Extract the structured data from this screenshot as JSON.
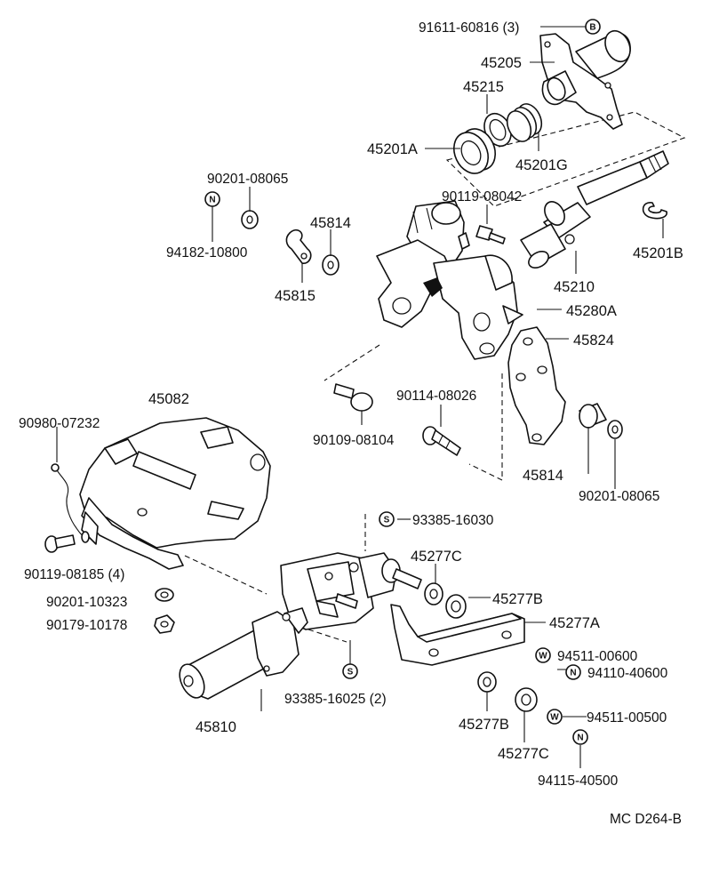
{
  "labels": {
    "p91611": "91611-60816 (3)",
    "p45205": "45205",
    "p45215": "45215",
    "p45201A": "45201A",
    "p45201G": "45201G",
    "p90201_08065_top": "90201-08065",
    "p90119_08042": "90119-08042",
    "p94182": "94182-10800",
    "p45814_top": "45814",
    "p45815": "45815",
    "p45201B": "45201B",
    "p45210": "45210",
    "p45280A": "45280A",
    "p45824": "45824",
    "p45082": "45082",
    "p90114": "90114-08026",
    "p90980": "90980-07232",
    "p90109": "90109-08104",
    "p45814_bot": "45814",
    "p90201_08065_bot": "90201-08065",
    "p93385_16030": "93385-16030",
    "p90119_08185": "90119-08185 (4)",
    "p45277C_top": "45277C",
    "p45277B_top": "45277B",
    "p90201_10323": "90201-10323",
    "p45277A": "45277A",
    "p90179": "90179-10178",
    "p94511_00600": "94511-00600",
    "p94110": "94110-40600",
    "p93385_16025": "93385-16025 (2)",
    "p45810": "45810",
    "p94511_00500": "94511-00500",
    "p45277B_bot": "45277B",
    "p45277C_bot": "45277C",
    "p94115": "94115-40500",
    "diagram_code": "MC D264-B"
  },
  "symbols": {
    "b": "B",
    "n": "N",
    "s": "S",
    "w": "W"
  }
}
